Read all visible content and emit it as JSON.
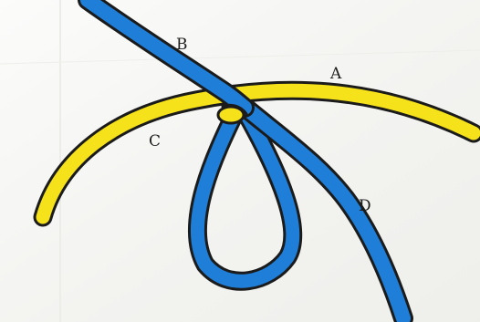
{
  "diagram": {
    "colors": {
      "background": "#f4f4f1",
      "rope_yellow": "#f6e21a",
      "rope_blue": "#1f7fd8",
      "outline": "#1b1b1b"
    },
    "labels": {
      "a": "A",
      "b": "B",
      "c": "C",
      "d": "D"
    }
  }
}
